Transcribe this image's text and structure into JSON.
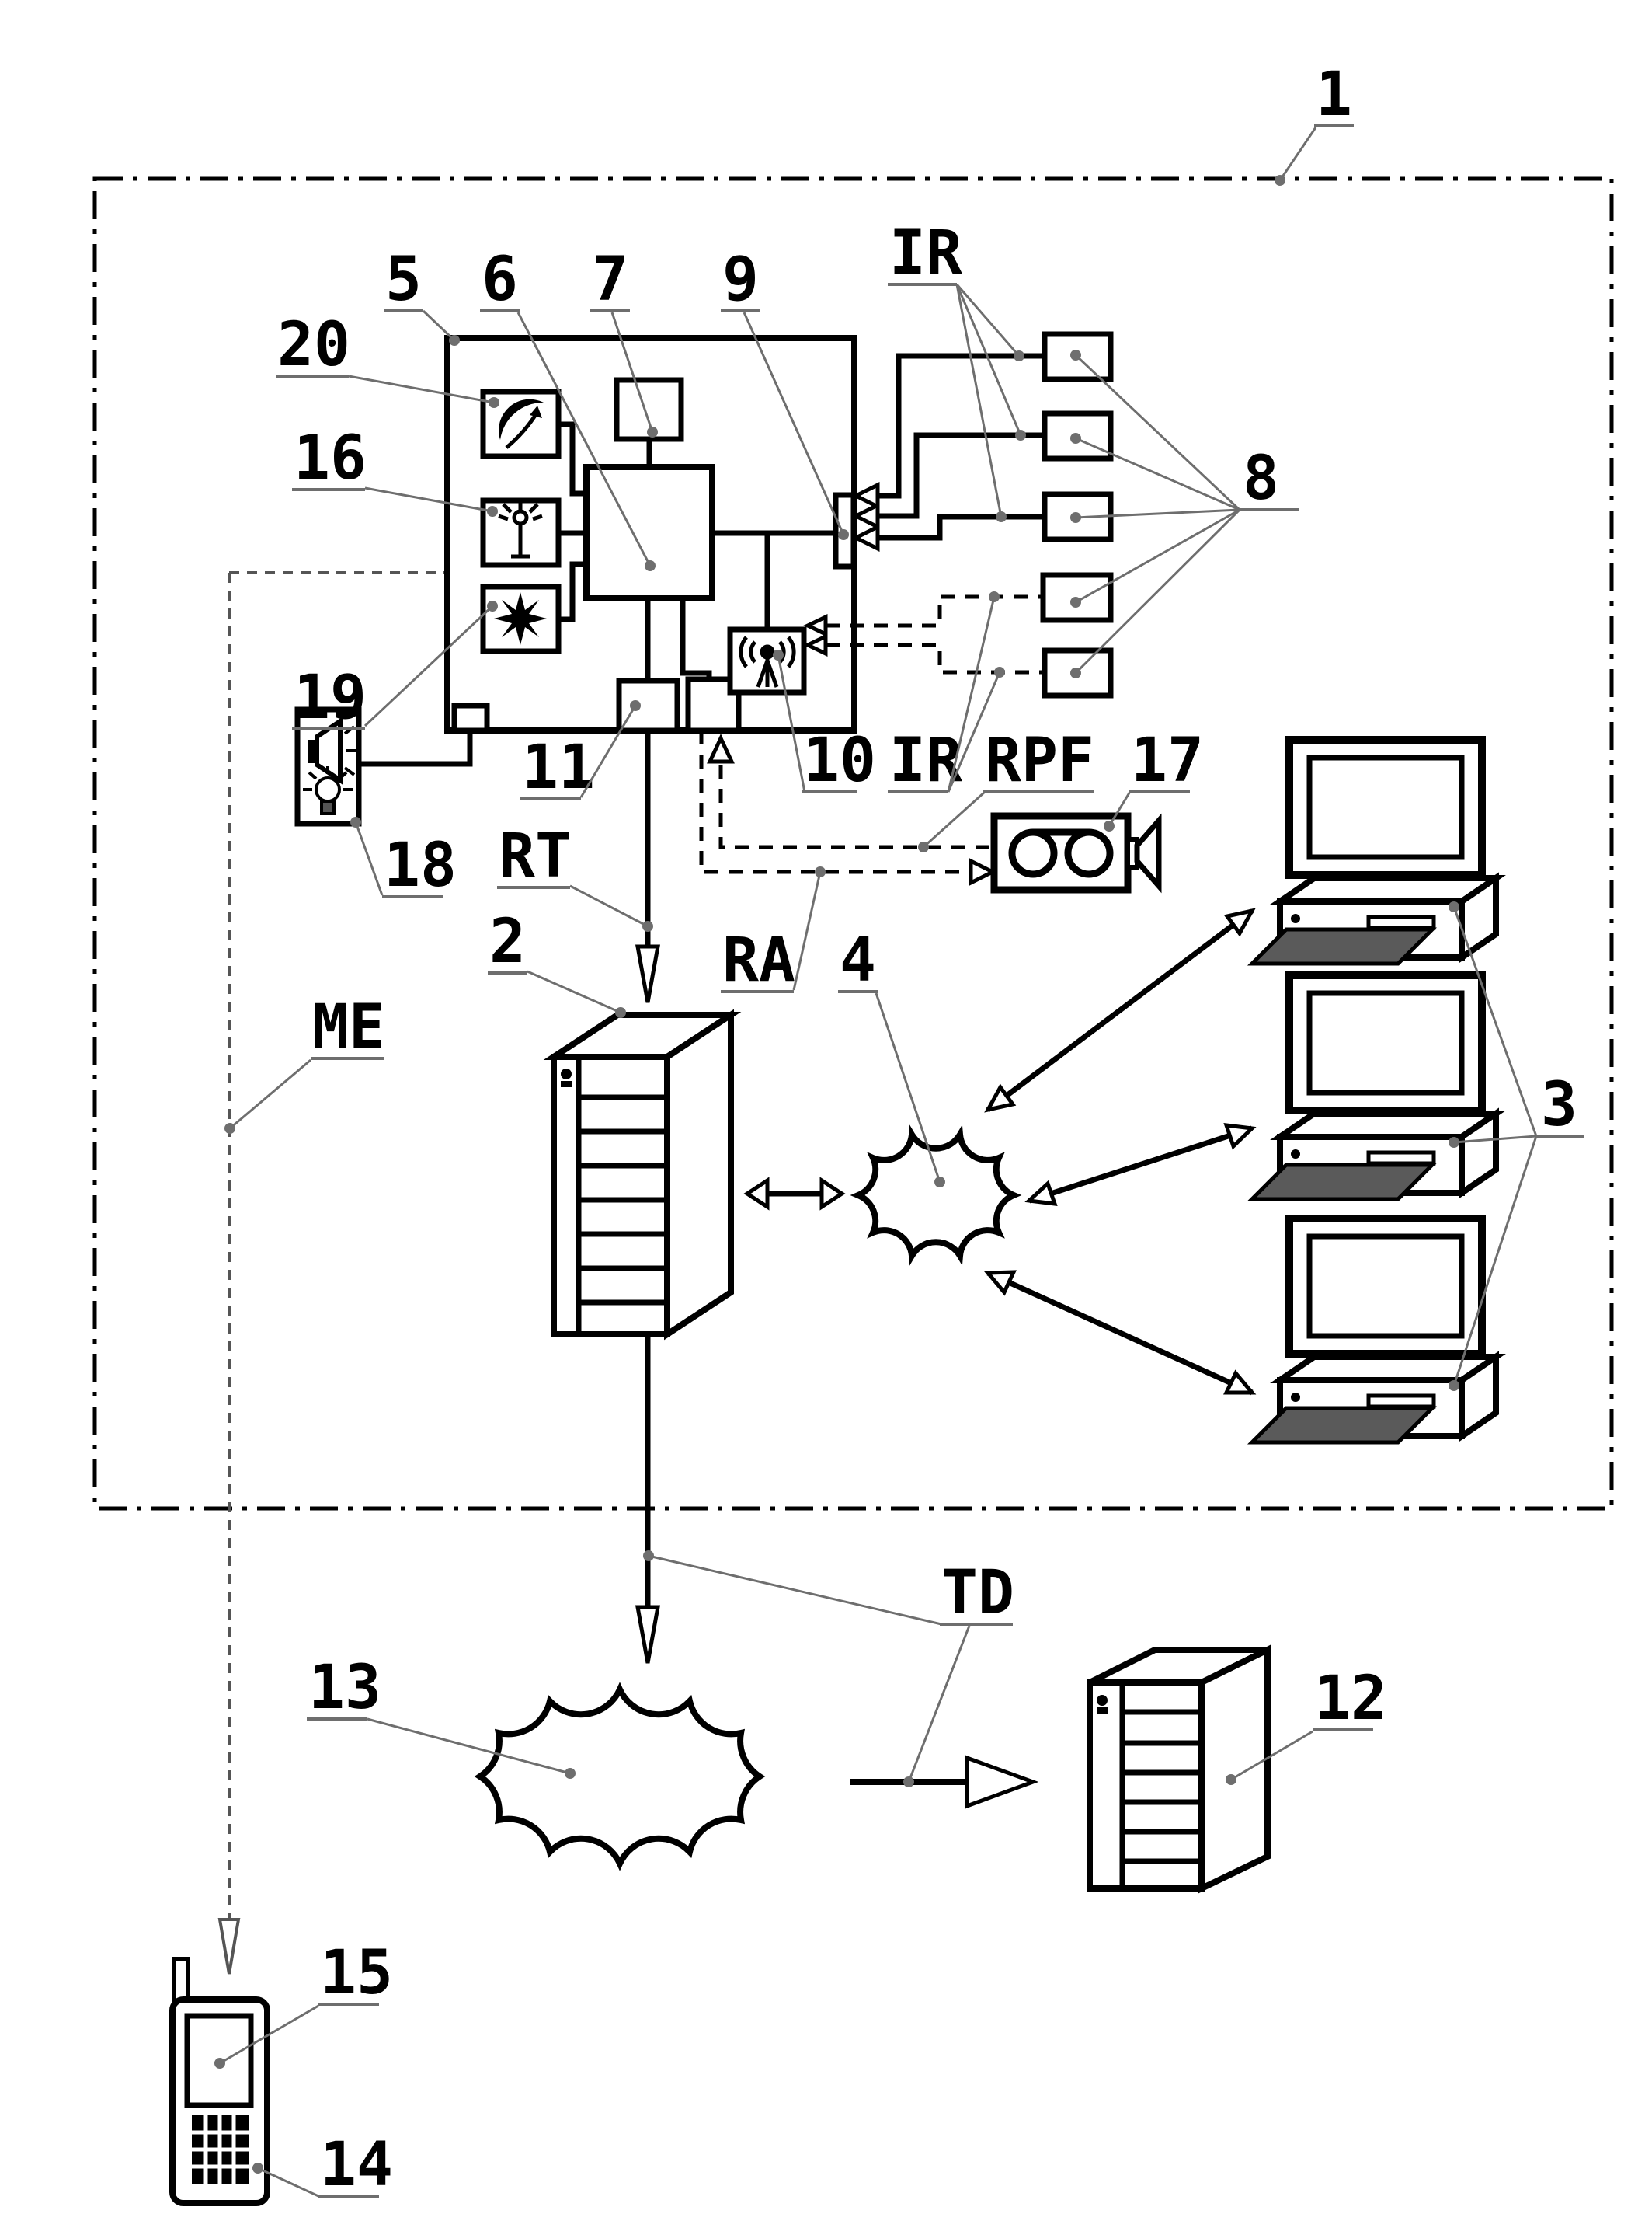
{
  "figure": {
    "background": "#ffffff",
    "line_color": "#000000",
    "leader_color": "#6e6e6e",
    "keyboard_fill": "#5a5a5a",
    "ref_labels": {
      "n1": "1",
      "n2": "2",
      "n3": "3",
      "n4": "4",
      "n5": "5",
      "n6": "6",
      "n7": "7",
      "n8": "8",
      "n9": "9",
      "n10": "10",
      "n11": "11",
      "n12": "12",
      "n13": "13",
      "n14": "14",
      "n15": "15",
      "n16": "16",
      "n17": "17",
      "n18": "18",
      "n19": "19",
      "n20": "20"
    },
    "signal_labels": {
      "ir_top": "IR",
      "ir_bottom": "IR",
      "rpf": "RPF",
      "rt": "RT",
      "ra": "RA",
      "me": "ME",
      "td": "TD"
    },
    "icons": [
      "satellite-dish-icon",
      "antenna-icon",
      "burst-icon",
      "speaker-icon",
      "bulb-icon",
      "broadcast-icon",
      "camera-icon",
      "user-icon",
      "cloud-icon",
      "computer-icon",
      "server-icon",
      "phone-icon"
    ]
  }
}
